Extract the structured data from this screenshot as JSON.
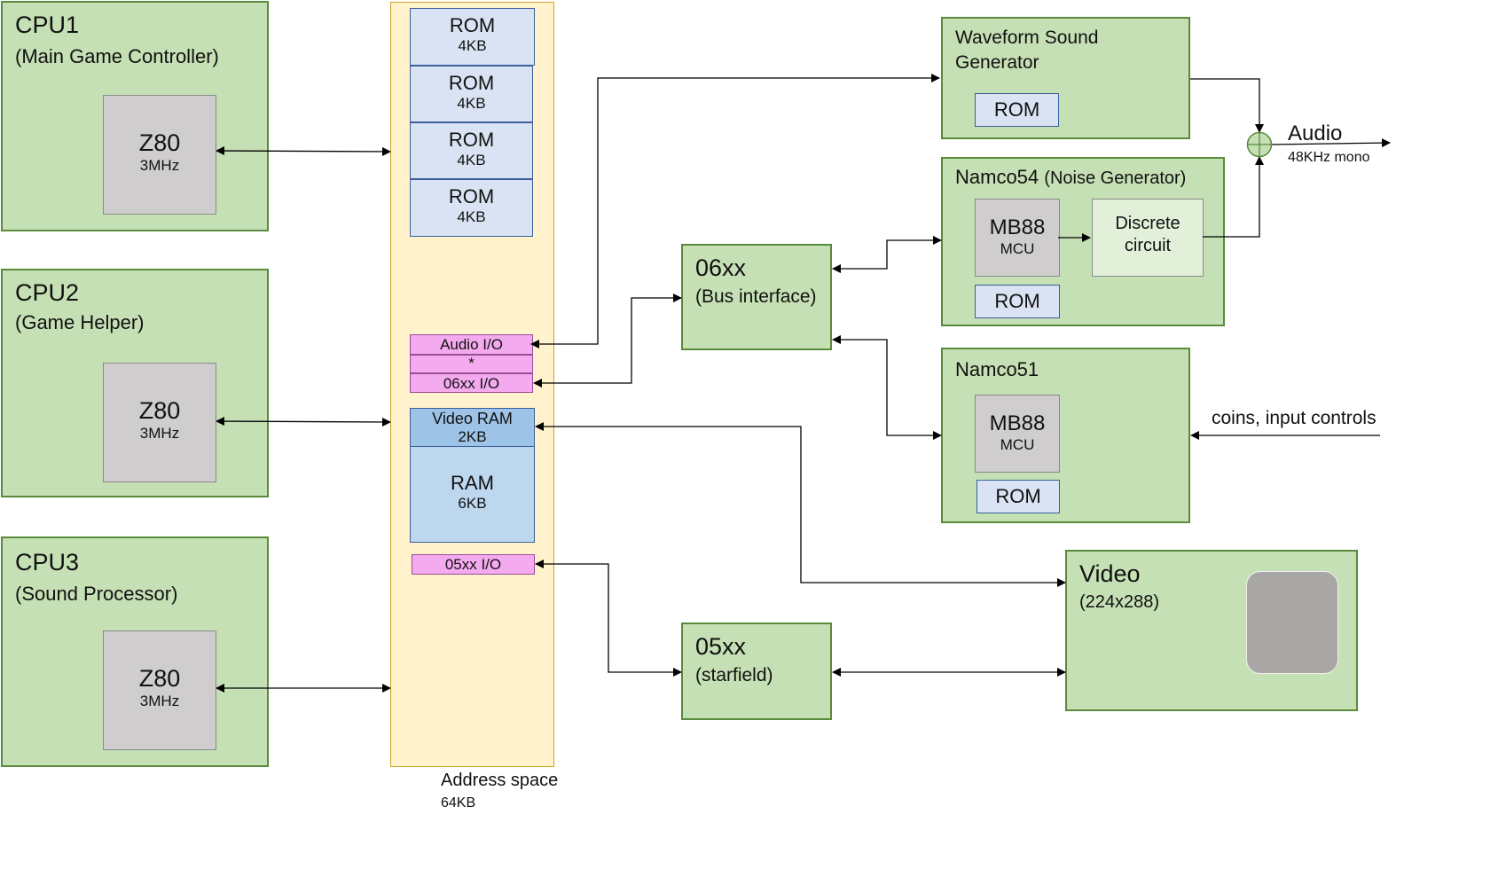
{
  "cpu1": {
    "title": "CPU1",
    "subtitle": "(Main Game Controller)",
    "chip": "Z80",
    "clock": "3MHz"
  },
  "cpu2": {
    "title": "CPU2",
    "subtitle": "(Game Helper)",
    "chip": "Z80",
    "clock": "3MHz"
  },
  "cpu3": {
    "title": "CPU3",
    "subtitle": "(Sound Processor)",
    "chip": "Z80",
    "clock": "3MHz"
  },
  "address_space": {
    "label": "Address space",
    "size": "64KB",
    "roms": [
      {
        "label": "ROM",
        "size": "4KB"
      },
      {
        "label": "ROM",
        "size": "4KB"
      },
      {
        "label": "ROM",
        "size": "4KB"
      },
      {
        "label": "ROM",
        "size": "4KB"
      }
    ],
    "audio_io": "Audio I/O",
    "star": "*",
    "io_06xx": "06xx I/O",
    "vram": {
      "label": "Video RAM",
      "size": "2KB"
    },
    "ram": {
      "label": "RAM",
      "size": "6KB"
    },
    "io_05xx": "05xx I/O"
  },
  "bus06": {
    "title": "06xx",
    "subtitle": "(Bus interface)"
  },
  "star05": {
    "title": "05xx",
    "subtitle": "(starfield)"
  },
  "waveform": {
    "title_line1": "Waveform Sound",
    "title_line2": "Generator",
    "rom": "ROM"
  },
  "namco54": {
    "title": "Namco54",
    "subtitle": "(Noise Generator)",
    "chip": "MB88",
    "chip_sub": "MCU",
    "discrete_line1": "Discrete",
    "discrete_line2": "circuit",
    "rom": "ROM"
  },
  "namco51": {
    "title": "Namco51",
    "chip": "MB88",
    "chip_sub": "MCU",
    "rom": "ROM"
  },
  "video": {
    "title": "Video",
    "subtitle": "(224x288)"
  },
  "audio_out": {
    "title": "Audio",
    "subtitle": "48KHz mono"
  },
  "inputs": "coins, input controls"
}
